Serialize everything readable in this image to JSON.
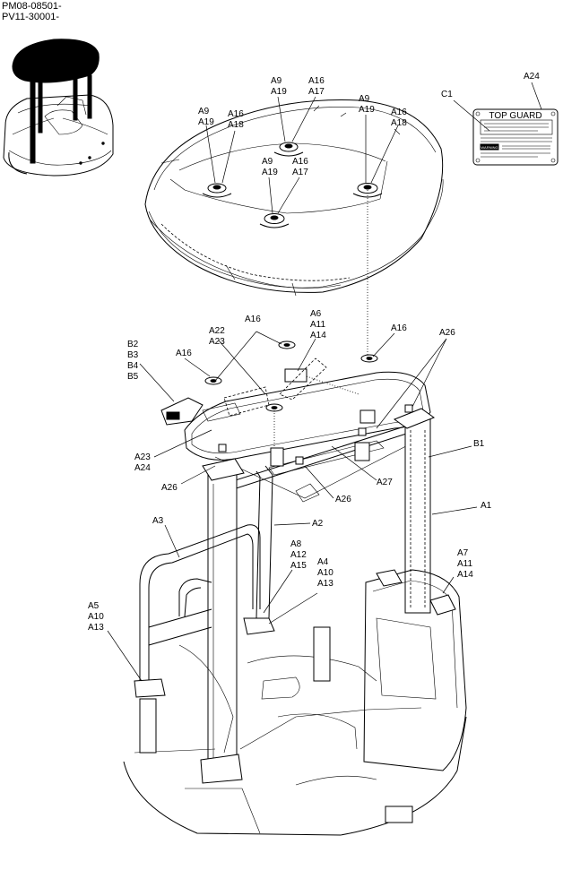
{
  "header": {
    "serial_line_1": "PM08-08501-",
    "serial_line_2": "PV11-30001-"
  },
  "decal": {
    "title": "TOP GUARD",
    "warning_word": "WARNING"
  },
  "callouts": [
    {
      "id": "c1",
      "lines": [
        "A9",
        "A19"
      ]
    },
    {
      "id": "c2",
      "lines": [
        "A16",
        "A18"
      ]
    },
    {
      "id": "c3",
      "lines": [
        "A9",
        "A19"
      ]
    },
    {
      "id": "c4",
      "lines": [
        "A16",
        "A17"
      ]
    },
    {
      "id": "c5",
      "lines": [
        "A9",
        "A19"
      ]
    },
    {
      "id": "c6",
      "lines": [
        "A16",
        "A18"
      ]
    },
    {
      "id": "c7",
      "lines": [
        "A9",
        "A19"
      ]
    },
    {
      "id": "c8",
      "lines": [
        "A16",
        "A17"
      ]
    },
    {
      "id": "c9",
      "lines": [
        "C1"
      ]
    },
    {
      "id": "c10",
      "lines": [
        "A24"
      ]
    },
    {
      "id": "c11",
      "lines": [
        "A16"
      ]
    },
    {
      "id": "c12",
      "lines": [
        "A6",
        "A11",
        "A14"
      ]
    },
    {
      "id": "c13",
      "lines": [
        "A16"
      ]
    },
    {
      "id": "c14",
      "lines": [
        "A26"
      ]
    },
    {
      "id": "c15",
      "lines": [
        "A22",
        "A23"
      ]
    },
    {
      "id": "c16",
      "lines": [
        "B2",
        "B3",
        "B4",
        "B5"
      ]
    },
    {
      "id": "c17",
      "lines": [
        "A16"
      ]
    },
    {
      "id": "c18",
      "lines": [
        "B1"
      ]
    },
    {
      "id": "c19",
      "lines": [
        "A23",
        "A24"
      ]
    },
    {
      "id": "c20",
      "lines": [
        "A26"
      ]
    },
    {
      "id": "c21",
      "lines": [
        "A27"
      ]
    },
    {
      "id": "c22",
      "lines": [
        "A26"
      ]
    },
    {
      "id": "c23",
      "lines": [
        "A1"
      ]
    },
    {
      "id": "c24",
      "lines": [
        "A3"
      ]
    },
    {
      "id": "c25",
      "lines": [
        "A2"
      ]
    },
    {
      "id": "c26",
      "lines": [
        "A8",
        "A12",
        "A15"
      ]
    },
    {
      "id": "c27",
      "lines": [
        "A4",
        "A10",
        "A13"
      ]
    },
    {
      "id": "c28",
      "lines": [
        "A7",
        "A11",
        "A14"
      ]
    },
    {
      "id": "c29",
      "lines": [
        "A5",
        "A10",
        "A13"
      ]
    }
  ]
}
